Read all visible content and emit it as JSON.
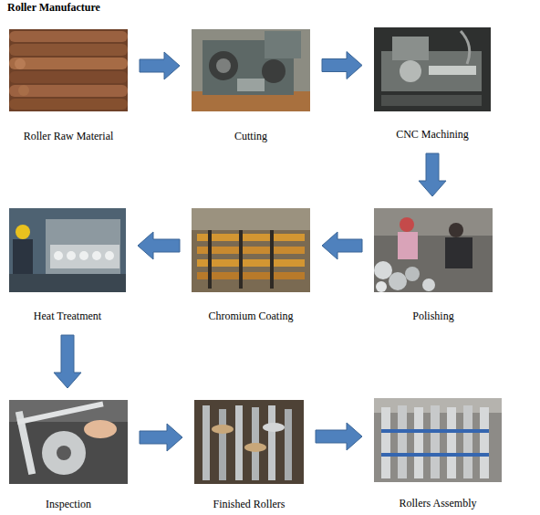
{
  "diagram": {
    "title": "Roller Manufacture",
    "nodes": [
      {
        "text": [
          "Roller Raw Material"
        ]
      },
      {
        "text": [
          "Cutting"
        ]
      },
      {
        "text": [
          "CNC Machining"
        ]
      },
      {
        "text": [
          "Polishing"
        ]
      },
      {
        "text": [
          "Chromium Coating"
        ]
      },
      {
        "text": [
          "Heat Treatment"
        ]
      },
      {
        "text": [
          "Inspection"
        ]
      },
      {
        "text": [
          "Finished Rollers"
        ]
      },
      {
        "text": [
          "Rollers Assembly"
        ]
      }
    ],
    "edges": [
      {
        "from": 0,
        "to": 1,
        "arrow": "to"
      },
      {
        "from": 1,
        "to": 2,
        "arrow": "to"
      },
      {
        "from": 2,
        "to": 3,
        "arrow": "to"
      },
      {
        "from": 3,
        "to": 4,
        "arrow": "to"
      },
      {
        "from": 4,
        "to": 5,
        "arrow": "to"
      },
      {
        "from": 5,
        "to": 6,
        "arrow": "to"
      },
      {
        "from": 6,
        "to": 7,
        "arrow": "to"
      },
      {
        "from": 7,
        "to": 8,
        "arrow": "to"
      }
    ]
  }
}
